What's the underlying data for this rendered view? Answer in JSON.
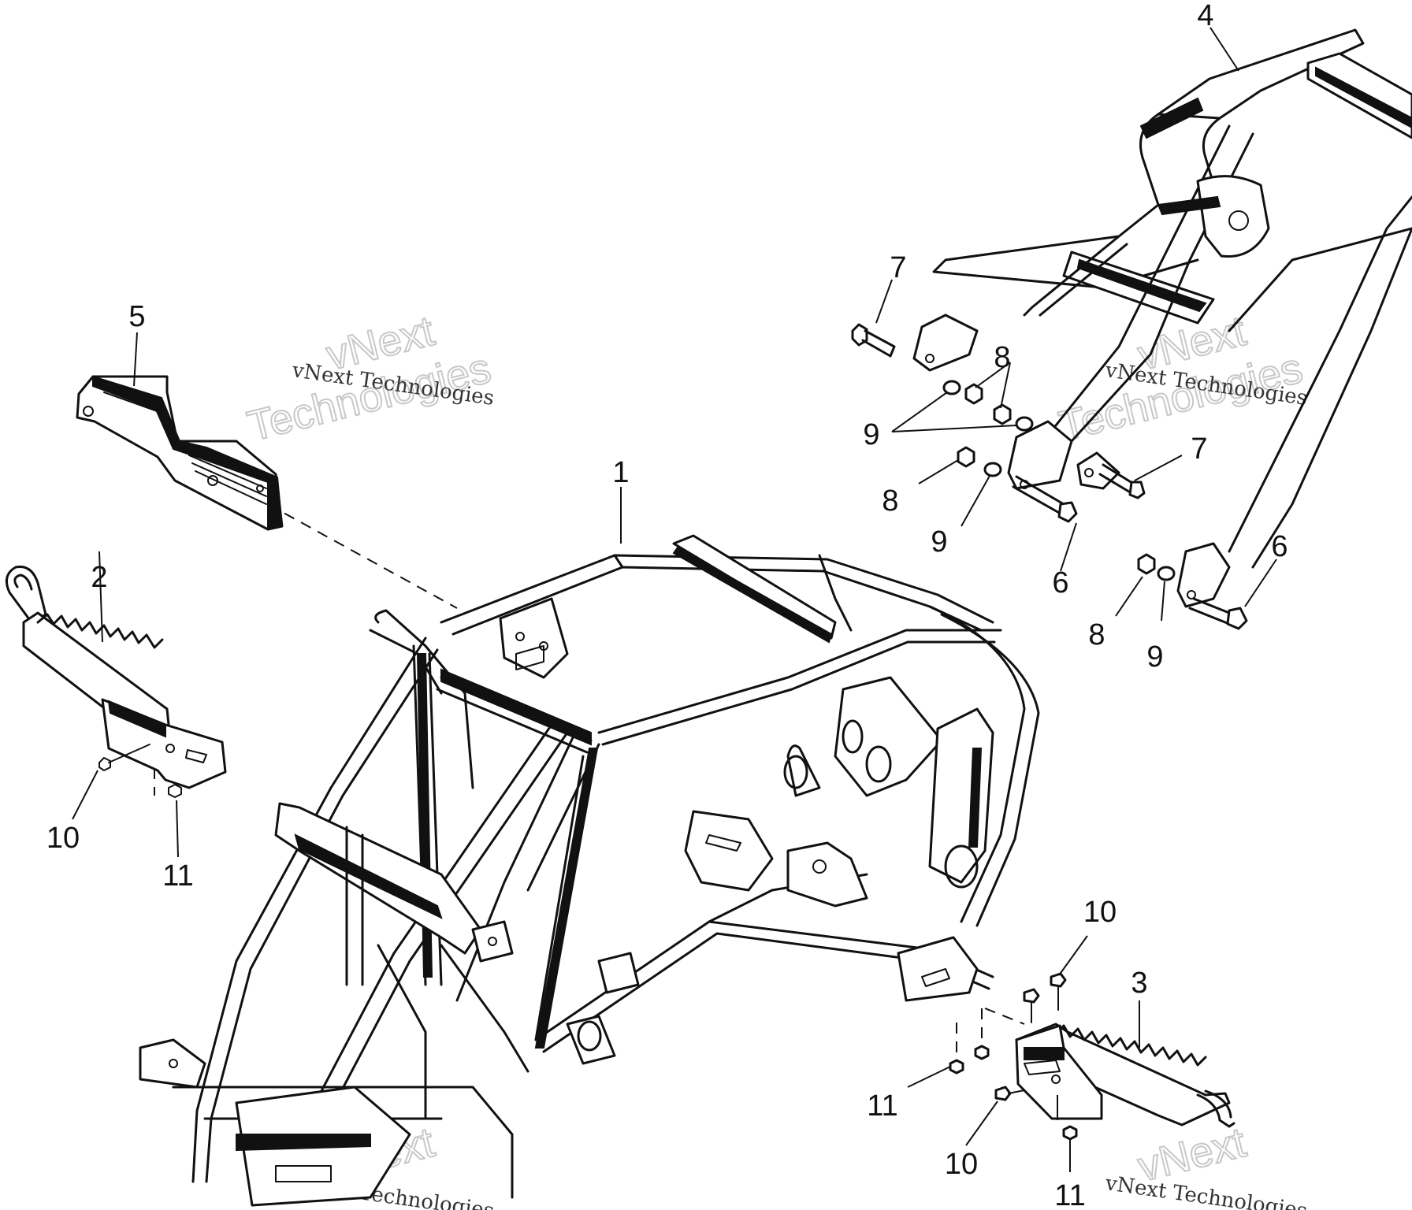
{
  "diagram": {
    "callouts": {
      "frame": "1",
      "left_footrest": "2",
      "right_footrest": "3",
      "rear_subframe": "4",
      "heat_shield": "5",
      "bolt_6a": "6",
      "bolt_6b": "6",
      "bolt_7a": "7",
      "bolt_7b": "7",
      "nut_8a": "8",
      "nut_8b": "8",
      "nut_8c": "8",
      "washer_9a": "9",
      "washer_9b": "9",
      "washer_9c": "9",
      "screw_10a": "10",
      "screw_10b": "10",
      "nut_11a": "11",
      "nut_11b": "11",
      "nut_11c": "11"
    },
    "watermarks": {
      "small": "vNext Technologies",
      "big_line1": "vNext",
      "big_line2": "Technologies"
    }
  }
}
